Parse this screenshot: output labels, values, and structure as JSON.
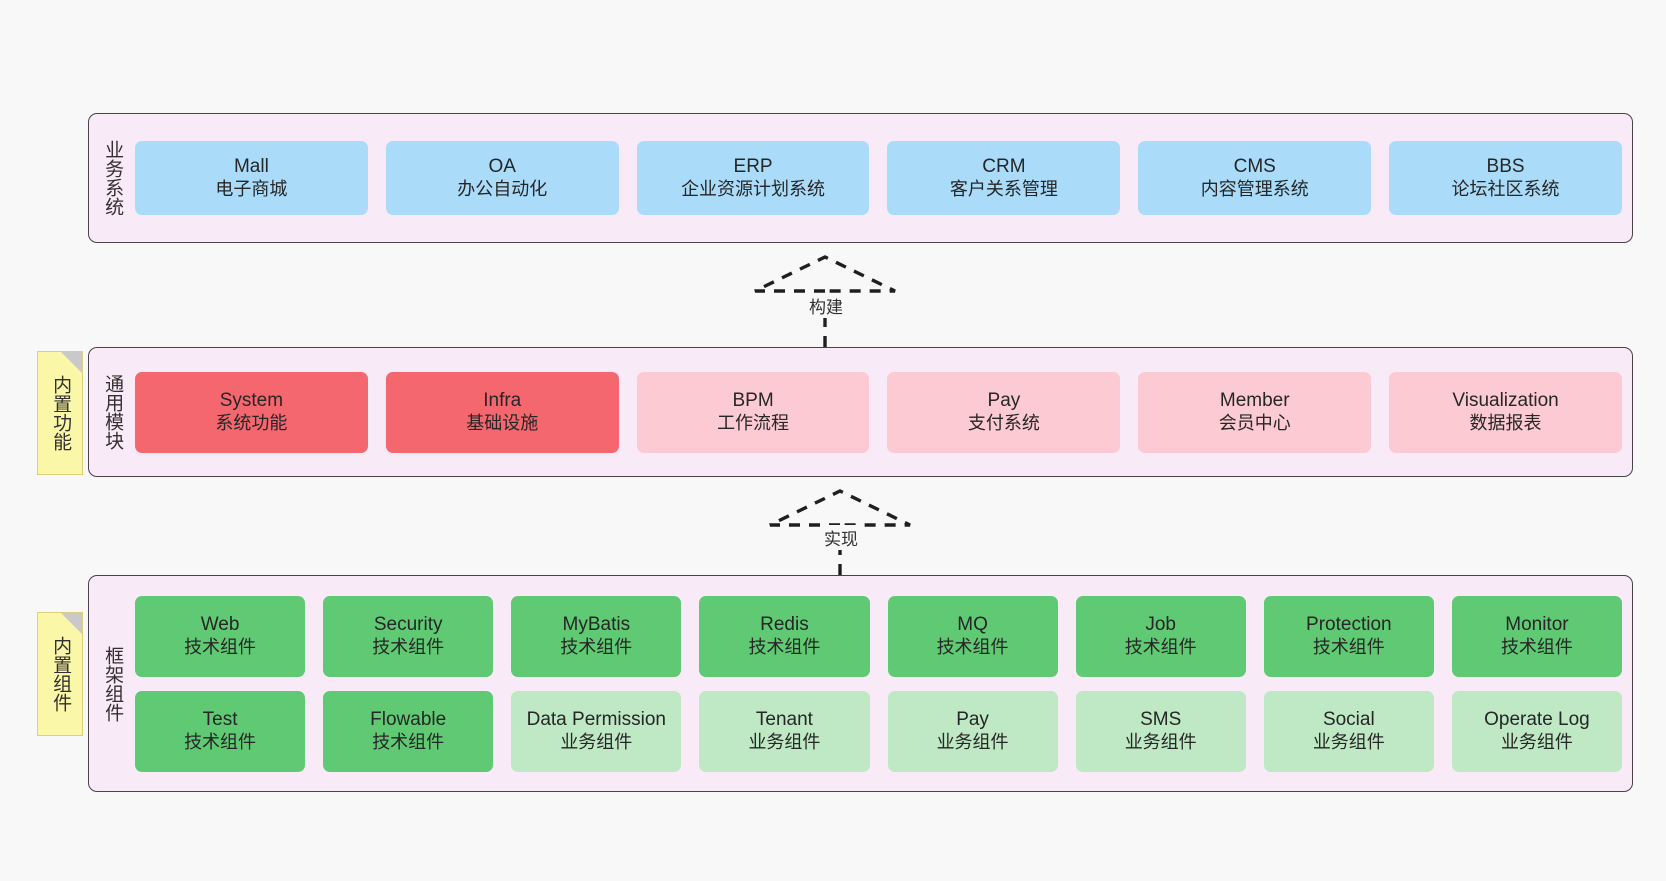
{
  "layers": [
    {
      "id": "business",
      "title": "业务系统",
      "rows": [
        [
          {
            "name": "Mall",
            "desc": "电子商城",
            "color": "#aadcfa",
            "style": "c-blue"
          },
          {
            "name": "OA",
            "desc": "办公自动化",
            "color": "#aadcfa",
            "style": "c-blue"
          },
          {
            "name": "ERP",
            "desc": "企业资源计划系统",
            "color": "#aadcfa",
            "style": "c-blue"
          },
          {
            "name": "CRM",
            "desc": "客户关系管理",
            "color": "#aadcfa",
            "style": "c-blue"
          },
          {
            "name": "CMS",
            "desc": "内容管理系统",
            "color": "#aadcfa",
            "style": "c-blue"
          },
          {
            "name": "BBS",
            "desc": "论坛社区系统",
            "color": "#aadcfa",
            "style": "c-blue"
          }
        ]
      ]
    },
    {
      "id": "common",
      "title": "通用模块",
      "note": "内置功能",
      "rows": [
        [
          {
            "name": "System",
            "desc": "系统功能",
            "color": "#f4676f",
            "style": "c-red"
          },
          {
            "name": "Infra",
            "desc": "基础设施",
            "color": "#f4676f",
            "style": "c-red"
          },
          {
            "name": "BPM",
            "desc": "工作流程",
            "color": "#fccad2",
            "style": "c-pink"
          },
          {
            "name": "Pay",
            "desc": "支付系统",
            "color": "#fccad2",
            "style": "c-pink"
          },
          {
            "name": "Member",
            "desc": "会员中心",
            "color": "#fccad2",
            "style": "c-pink"
          },
          {
            "name": "Visualization",
            "desc": "数据报表",
            "color": "#fccad2",
            "style": "c-pink"
          }
        ]
      ]
    },
    {
      "id": "framework",
      "title": "框架组件",
      "note": "内置组件",
      "rows": [
        [
          {
            "name": "Web",
            "desc": "技术组件",
            "color": "#5fca73",
            "style": "c-green"
          },
          {
            "name": "Security",
            "desc": "技术组件",
            "color": "#5fca73",
            "style": "c-green"
          },
          {
            "name": "MyBatis",
            "desc": "技术组件",
            "color": "#5fca73",
            "style": "c-green"
          },
          {
            "name": "Redis",
            "desc": "技术组件",
            "color": "#5fca73",
            "style": "c-green"
          },
          {
            "name": "MQ",
            "desc": "技术组件",
            "color": "#5fca73",
            "style": "c-green"
          },
          {
            "name": "Job",
            "desc": "技术组件",
            "color": "#5fca73",
            "style": "c-green"
          },
          {
            "name": "Protection",
            "desc": "技术组件",
            "color": "#5fca73",
            "style": "c-green"
          },
          {
            "name": "Monitor",
            "desc": "技术组件",
            "color": "#5fca73",
            "style": "c-green"
          }
        ],
        [
          {
            "name": "Test",
            "desc": "技术组件",
            "color": "#5fca73",
            "style": "c-green"
          },
          {
            "name": "Flowable",
            "desc": "技术组件",
            "color": "#5fca73",
            "style": "c-green"
          },
          {
            "name": "Data Permission",
            "desc": "业务组件",
            "color": "#bfe8c5",
            "style": "c-green-light"
          },
          {
            "name": "Tenant",
            "desc": "业务组件",
            "color": "#bfe8c5",
            "style": "c-green-light"
          },
          {
            "name": "Pay",
            "desc": "业务组件",
            "color": "#bfe8c5",
            "style": "c-green-light"
          },
          {
            "name": "SMS",
            "desc": "业务组件",
            "color": "#bfe8c5",
            "style": "c-green-light"
          },
          {
            "name": "Social",
            "desc": "业务组件",
            "color": "#bfe8c5",
            "style": "c-green-light"
          },
          {
            "name": "Operate Log",
            "desc": "业务组件",
            "color": "#bfe8c5",
            "style": "c-green-light"
          }
        ]
      ]
    }
  ],
  "arrows": [
    {
      "id": "build",
      "label": "构建",
      "from": "common",
      "to": "business"
    },
    {
      "id": "impl",
      "label": "实现",
      "from": "framework",
      "to": "common"
    }
  ],
  "palette": {
    "container_bg": "#f8eaf6",
    "container_border": "#4a414b",
    "page_bg": "#f8f8f8",
    "note_bg": "#fbf7a8",
    "note_fold": "#c9c9c9",
    "blue": "#aadcfa",
    "red": "#f4676f",
    "pink": "#fccad2",
    "green": "#5fca73",
    "green_light": "#bfe8c5",
    "text": "#262626"
  }
}
